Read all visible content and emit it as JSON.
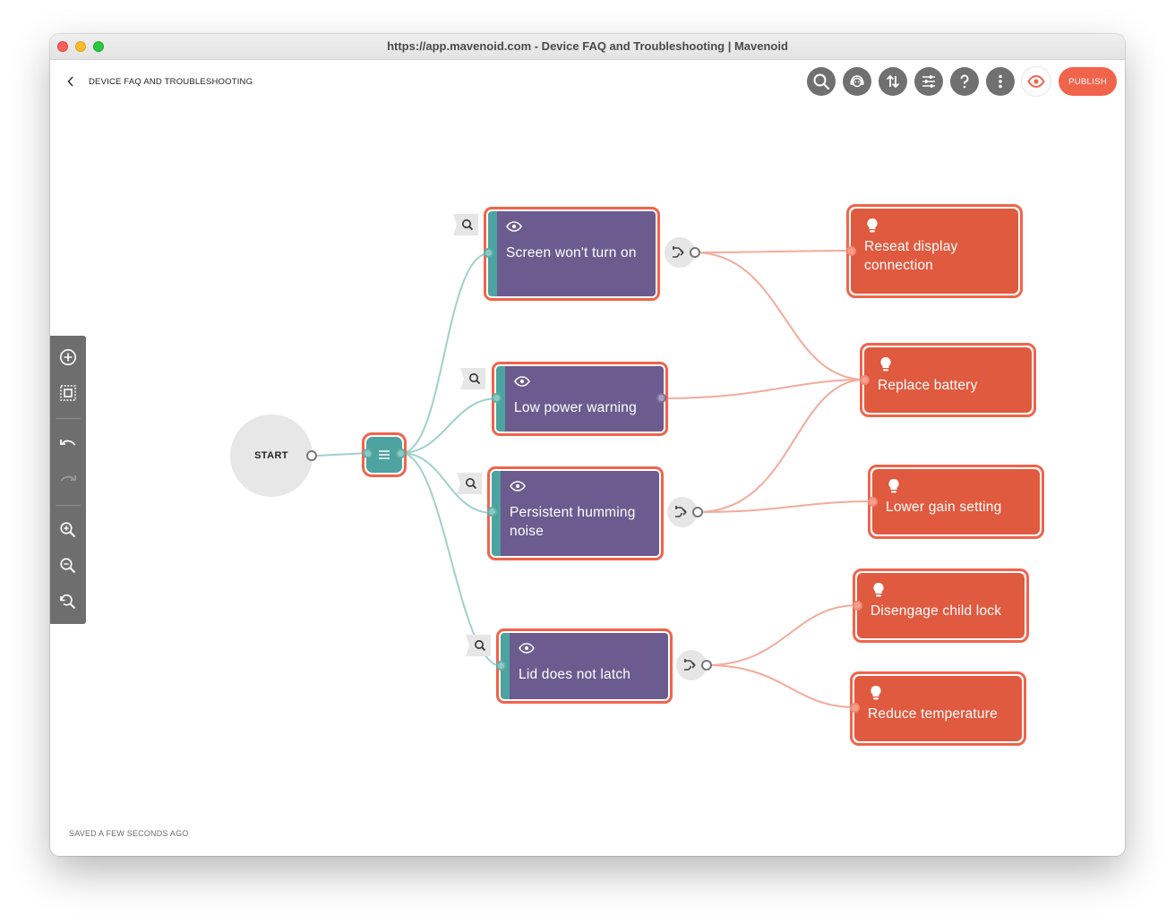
{
  "window": {
    "title": "https://app.mavenoid.com - Device FAQ and Troubleshooting | Mavenoid"
  },
  "header": {
    "page_title": "DEVICE FAQ AND TROUBLESHOOTING",
    "back_icon": "chevron-left-icon",
    "toolbar_icons": [
      "search-icon",
      "support-agent-icon",
      "sort-arrows-icon",
      "sliders-icon",
      "help-icon",
      "more-vertical-icon"
    ],
    "preview_icon": "eye-icon",
    "publish_label": "PUBLISH"
  },
  "side_toolbar": {
    "items": [
      "add-node-icon",
      "select-area-icon",
      "undo-icon",
      "redo-icon",
      "zoom-in-icon",
      "zoom-out-icon",
      "zoom-reset-icon"
    ]
  },
  "flow": {
    "start_label": "START",
    "questions": [
      {
        "label": "Screen won't turn on"
      },
      {
        "label": "Low power warning"
      },
      {
        "label": "Persistent humming noise"
      },
      {
        "label": "Lid does not latch"
      }
    ],
    "solutions": [
      {
        "label": "Reseat display connection"
      },
      {
        "label": "Replace battery"
      },
      {
        "label": "Lower gain setting"
      },
      {
        "label": "Disengage child lock"
      },
      {
        "label": "Reduce temperature"
      }
    ]
  },
  "colors": {
    "accent": "#f0644b",
    "question_bg": "#6b5b8e",
    "question_stripe": "#4da39f",
    "solution_bg": "#e05a3f",
    "teal_edge": "#9fd0cc",
    "coral_edge": "#f2ab9c"
  },
  "status": {
    "saved_text": "SAVED A FEW SECONDS AGO"
  }
}
